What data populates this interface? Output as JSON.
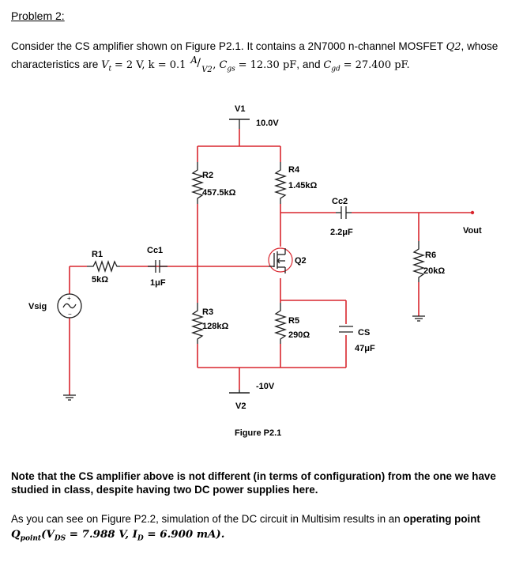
{
  "problem": {
    "title": "Problem 2:"
  },
  "intro": {
    "line1_a": "Consider the CS amplifier shown on Figure P2.1. It contains a 2N7000 n-channel MOSFET ",
    "mosfet": "Q2",
    "line1_b": ", whose",
    "line2_a": "characteristics are ",
    "vt": "= 2 V, k = 0.1",
    "cgs": "= 12.30 pF",
    "and": ", and ",
    "cgd": "= 27.400 pF."
  },
  "schematic": {
    "v1_name": "V1",
    "v1_value": "10.0V",
    "v2_name": "V2",
    "v2_value": "-10V",
    "r1_name": "R1",
    "r1_value": "5kΩ",
    "r2_name": "R2",
    "r2_value": "457.5kΩ",
    "r3_name": "R3",
    "r3_value": "128kΩ",
    "r4_name": "R4",
    "r4_value": "1.45kΩ",
    "r5_name": "R5",
    "r5_value": "290Ω",
    "r6_name": "R6",
    "r6_value": "20kΩ",
    "cc1_name": "Cc1",
    "cc1_value": "1μF",
    "cc2_name": "Cc2",
    "cc2_value": "2.2μF",
    "cs_name": "CS",
    "cs_value": "47μF",
    "q2_name": "Q2",
    "vsig_name": "Vsig",
    "vout_name": "Vout",
    "figure_caption": "Figure P2.1",
    "wire_color": "#d9262e"
  },
  "note": "Note that the CS amplifier above is not different (in terms of configuration) from the one we have studied in class, despite having two DC power supplies here.",
  "result": {
    "text_a": "As you can see on Figure P2.2, simulation of the DC circuit in Multisim results in an ",
    "bold_phrase": "operating point",
    "qpoint": "(V",
    "qpoint_rest": " = 7.988 V,  I",
    "qpoint_end": " = 6.900 mA)."
  }
}
